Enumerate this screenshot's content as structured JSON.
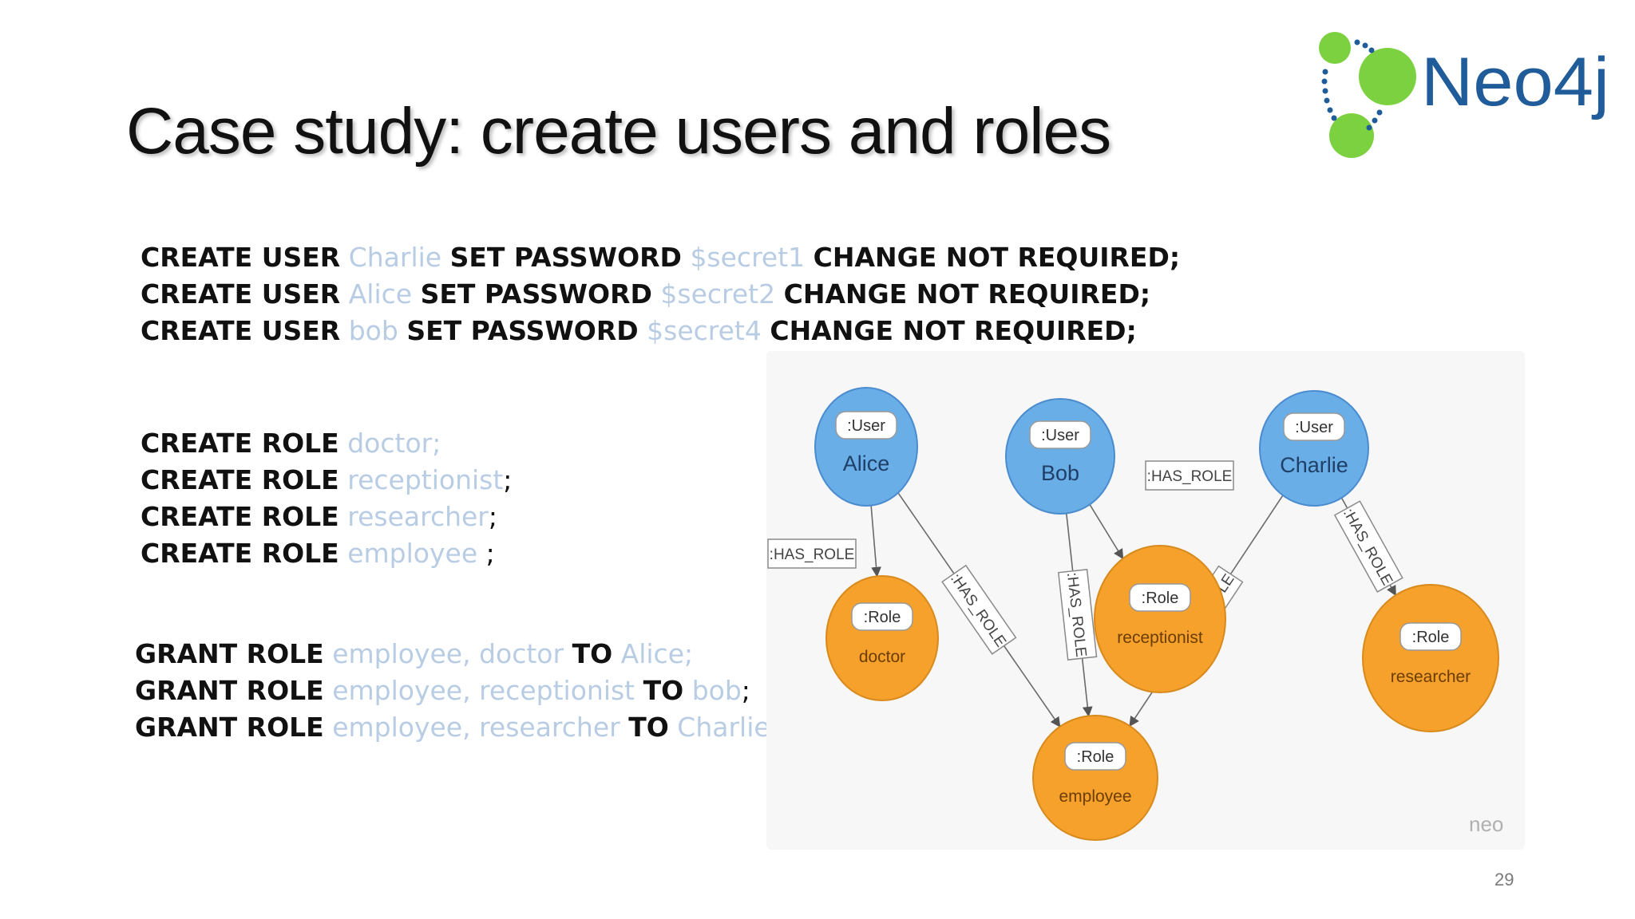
{
  "slide": {
    "title": "Case study: create users and roles",
    "number": "29"
  },
  "logo": {
    "text": "Neo4j",
    "colors": {
      "green": "#7bd13f",
      "blue": "#1f5c99",
      "dots": "#1f5c99"
    }
  },
  "colors": {
    "keyword": "#111111",
    "identifier": "#b8cce4",
    "user_node": "#6aaee8",
    "role_node": "#f5a12c"
  },
  "code": {
    "users": [
      [
        {
          "t": "CREATE USER",
          "k": "kw"
        },
        {
          "t": " ",
          "k": "pn"
        },
        {
          "t": "Charlie",
          "k": "id"
        },
        {
          "t": " ",
          "k": "pn"
        },
        {
          "t": "SET PASSWORD",
          "k": "kw"
        },
        {
          "t": " ",
          "k": "pn"
        },
        {
          "t": "$secret1",
          "k": "id"
        },
        {
          "t": " ",
          "k": "pn"
        },
        {
          "t": "CHANGE NOT REQUIRED;",
          "k": "kw"
        }
      ],
      [
        {
          "t": "CREATE USER",
          "k": "kw"
        },
        {
          "t": " ",
          "k": "pn"
        },
        {
          "t": "Alice",
          "k": "id"
        },
        {
          "t": " ",
          "k": "pn"
        },
        {
          "t": "SET PASSWORD",
          "k": "kw"
        },
        {
          "t": " ",
          "k": "pn"
        },
        {
          "t": "$secret2",
          "k": "id"
        },
        {
          "t": " ",
          "k": "pn"
        },
        {
          "t": "CHANGE NOT REQUIRED;",
          "k": "kw"
        }
      ],
      [
        {
          "t": "CREATE USER",
          "k": "kw"
        },
        {
          "t": " ",
          "k": "pn"
        },
        {
          "t": "bob",
          "k": "id"
        },
        {
          "t": " ",
          "k": "pn"
        },
        {
          "t": "SET PASSWORD",
          "k": "kw"
        },
        {
          "t": " ",
          "k": "pn"
        },
        {
          "t": "$secret4",
          "k": "id"
        },
        {
          "t": " ",
          "k": "pn"
        },
        {
          "t": "CHANGE NOT REQUIRED;",
          "k": "kw"
        }
      ]
    ],
    "roles": [
      [
        {
          "t": "CREATE ROLE",
          "k": "kw"
        },
        {
          "t": " ",
          "k": "pn"
        },
        {
          "t": "doctor;",
          "k": "id"
        }
      ],
      [
        {
          "t": "CREATE ROLE",
          "k": "kw"
        },
        {
          "t": " ",
          "k": "pn"
        },
        {
          "t": "receptionist",
          "k": "id"
        },
        {
          "t": ";",
          "k": "pn"
        }
      ],
      [
        {
          "t": "CREATE ROLE",
          "k": "kw"
        },
        {
          "t": " ",
          "k": "pn"
        },
        {
          "t": "researcher",
          "k": "id"
        },
        {
          "t": ";",
          "k": "pn"
        }
      ],
      [
        {
          "t": "CREATE ROLE",
          "k": "kw"
        },
        {
          "t": " ",
          "k": "pn"
        },
        {
          "t": "employee",
          "k": "id"
        },
        {
          "t": " ;",
          "k": "pn"
        }
      ]
    ],
    "grants": [
      [
        {
          "t": "GRANT ROLE",
          "k": "kw"
        },
        {
          "t": " ",
          "k": "pn"
        },
        {
          "t": "employee, doctor",
          "k": "id"
        },
        {
          "t": " ",
          "k": "pn"
        },
        {
          "t": "TO",
          "k": "kw"
        },
        {
          "t": " ",
          "k": "pn"
        },
        {
          "t": "Alice;",
          "k": "id"
        }
      ],
      [
        {
          "t": "GRANT ROLE",
          "k": "kw"
        },
        {
          "t": " ",
          "k": "pn"
        },
        {
          "t": "employee, receptionist",
          "k": "id"
        },
        {
          "t": " ",
          "k": "pn"
        },
        {
          "t": "TO",
          "k": "kw"
        },
        {
          "t": " ",
          "k": "pn"
        },
        {
          "t": "bob",
          "k": "id"
        },
        {
          "t": ";",
          "k": "pn"
        }
      ],
      [
        {
          "t": "GRANT ROLE",
          "k": "kw"
        },
        {
          "t": " ",
          "k": "pn"
        },
        {
          "t": "employee, researcher",
          "k": "id"
        },
        {
          "t": " ",
          "k": "pn"
        },
        {
          "t": "TO",
          "k": "kw"
        },
        {
          "t": " ",
          "k": "pn"
        },
        {
          "t": "Charlie",
          "k": "id"
        },
        {
          "t": ";",
          "k": "pn"
        }
      ]
    ]
  },
  "diagram": {
    "user_label": ":User",
    "role_label": ":Role",
    "edge_label": ":HAS_ROLE",
    "watermark": "neo",
    "users": [
      {
        "id": "alice",
        "name": "Alice"
      },
      {
        "id": "bob",
        "name": "Bob"
      },
      {
        "id": "charlie",
        "name": "Charlie"
      }
    ],
    "roles": [
      {
        "id": "doctor",
        "name": "doctor"
      },
      {
        "id": "receptionist",
        "name": "receptionist"
      },
      {
        "id": "employee",
        "name": "employee"
      },
      {
        "id": "researcher",
        "name": "researcher"
      }
    ],
    "edges": [
      {
        "from": "alice",
        "to": "doctor"
      },
      {
        "from": "alice",
        "to": "employee"
      },
      {
        "from": "bob",
        "to": "employee"
      },
      {
        "from": "bob",
        "to": "receptionist"
      },
      {
        "from": "charlie",
        "to": "employee"
      },
      {
        "from": "charlie",
        "to": "researcher"
      }
    ]
  }
}
